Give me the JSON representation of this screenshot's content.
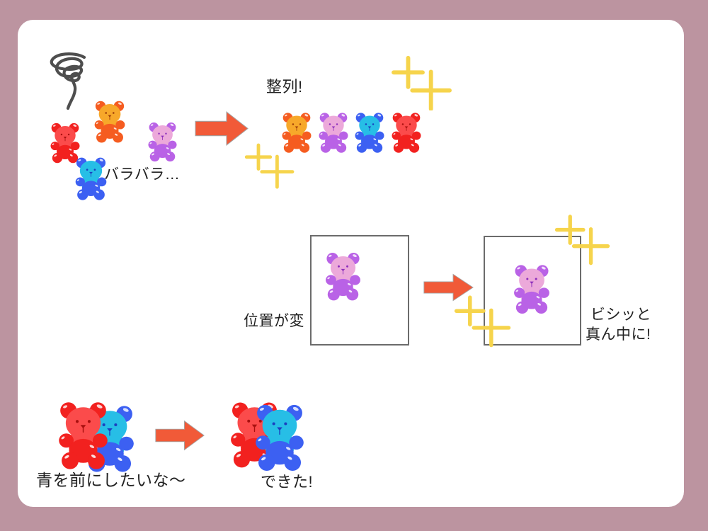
{
  "labels": {
    "scattered": "バラバラ…",
    "aligned": "整列!",
    "off_position": "位置が変",
    "centered_line1": "ビシッと",
    "centered_line2": "真ん中に!",
    "want_blue_front": "青を前にしたいな〜",
    "done": "できた!"
  },
  "bear_palette": {
    "red": {
      "body": "#FB4B4B",
      "accent": "#F2211F",
      "face": "#A8100F"
    },
    "orange": {
      "body": "#F7A82A",
      "accent": "#F55C20",
      "face": "#9E3D08"
    },
    "blue": {
      "body": "#27BEE6",
      "accent": "#3C60F2",
      "face": "#1B3FBF"
    },
    "purple": {
      "body": "#ECA9DA",
      "accent": "#B962E6",
      "face": "#8D2FBC"
    }
  },
  "scattered_bears": [
    "red",
    "orange",
    "blue",
    "purple"
  ],
  "aligned_bears": [
    "orange",
    "purple",
    "blue",
    "red"
  ],
  "stacked_before": {
    "front": "red",
    "back": "blue"
  },
  "stacked_after": {
    "front": "blue",
    "back": "red"
  },
  "colors": {
    "background": "#BC94A0",
    "card": "#FFFFFF",
    "arrow": "#F15A38",
    "arrow_outline": "#A3A3A3",
    "sparkle": "#F6D44C",
    "scribble": "#4E4E4E",
    "box_border": "#6B6B6B",
    "text": "#222222"
  }
}
